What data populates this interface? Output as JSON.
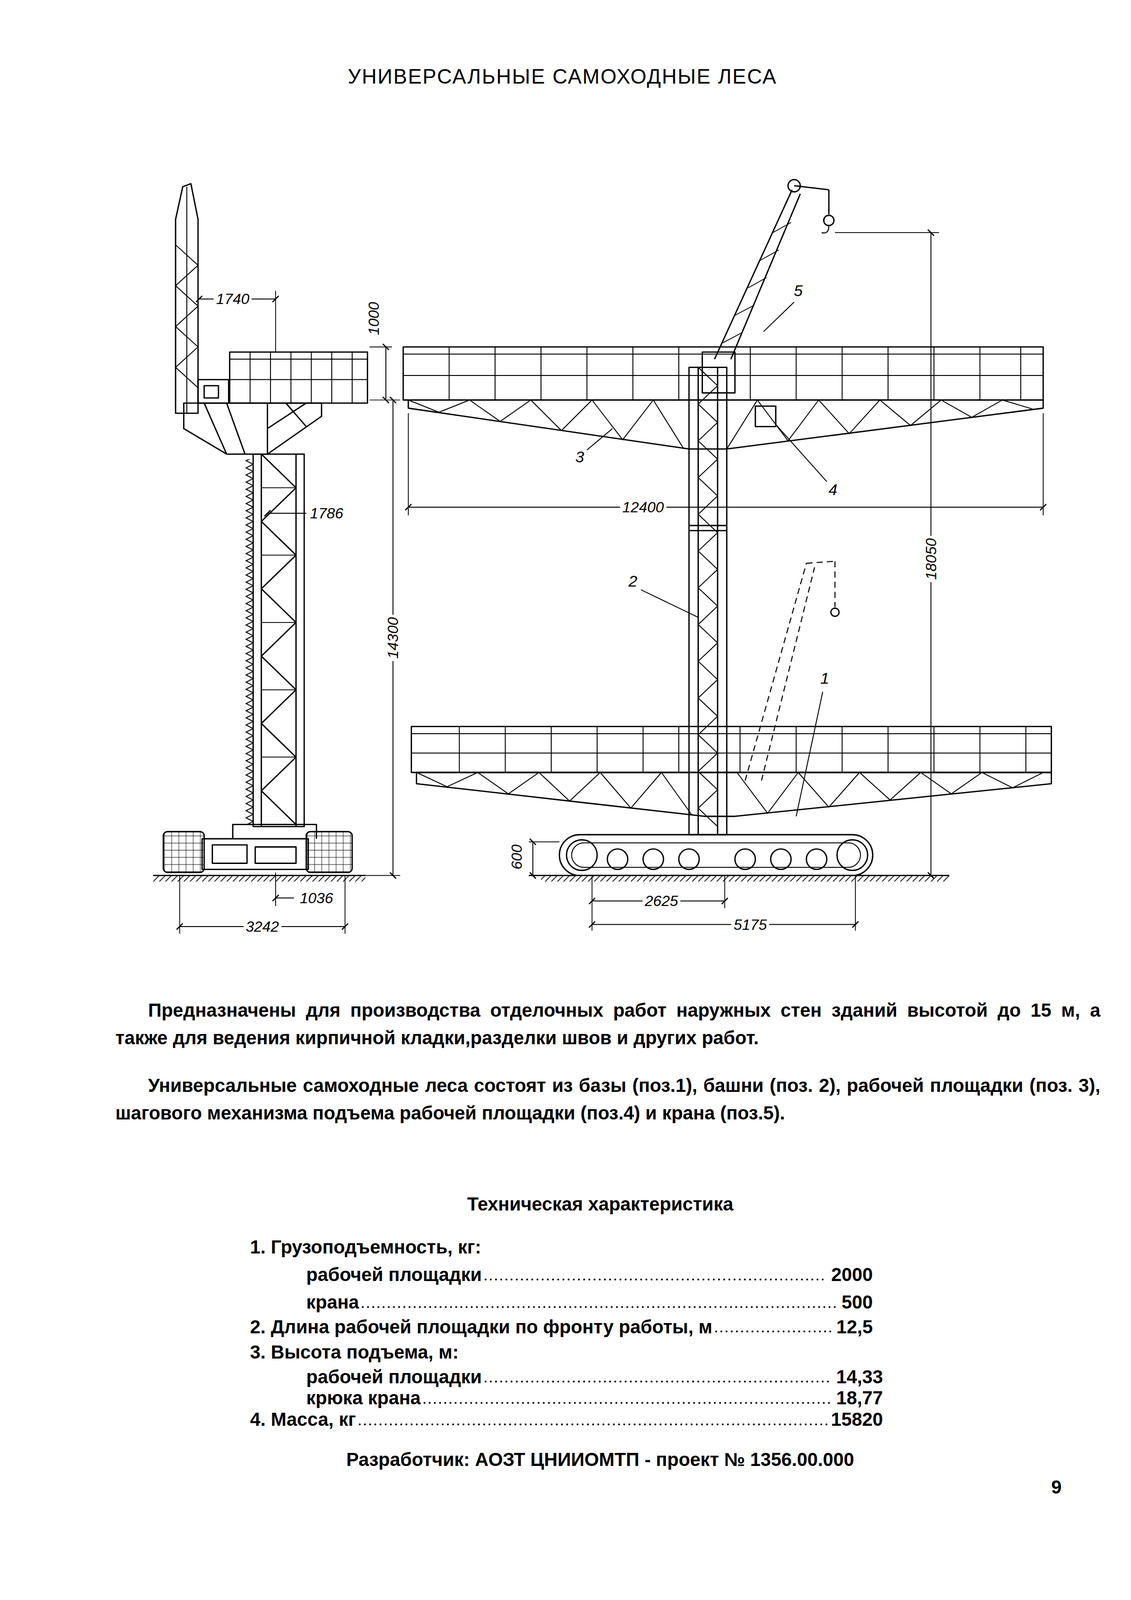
{
  "diagram": {
    "title": "УНИВЕРСАЛЬНЫЕ САМОХОДНЫЕ ЛЕСА",
    "labels": [
      "1740",
      "1000",
      "1786",
      "14300",
      "1036",
      "3242",
      "12400",
      "5",
      "3",
      "4",
      "18050",
      "2",
      "1",
      "600",
      "2625",
      "5175",
      "Предназначены для производства отделочных работ наружных стен зданий высотой до 15 м, а также для ведения кирпичной кладки,разделки швов и других работ.",
      "Универсальные самоходные леса состоят из базы (поз.1), башни (поз. 2), рабочей площадки (поз. 3), шагового механизма подъема рабочей площадки (поз.4) и крана (поз.5).",
      "Техническая характеристика",
      "1. Грузоподъемность, кг:",
      "рабочей площадки",
      "2000",
      "крана",
      "500",
      "2. Длина рабочей площадки по фронту работы, м",
      "12,5",
      "3. Высота подъема, м:",
      "рабочей площадки",
      "14,33",
      "крюка крана",
      "18,77",
      "4. Масса, кг",
      "15820",
      "Разработчик: АОЗТ ЦНИИОМТП - проект № 1356.00.000",
      "9"
    ]
  }
}
